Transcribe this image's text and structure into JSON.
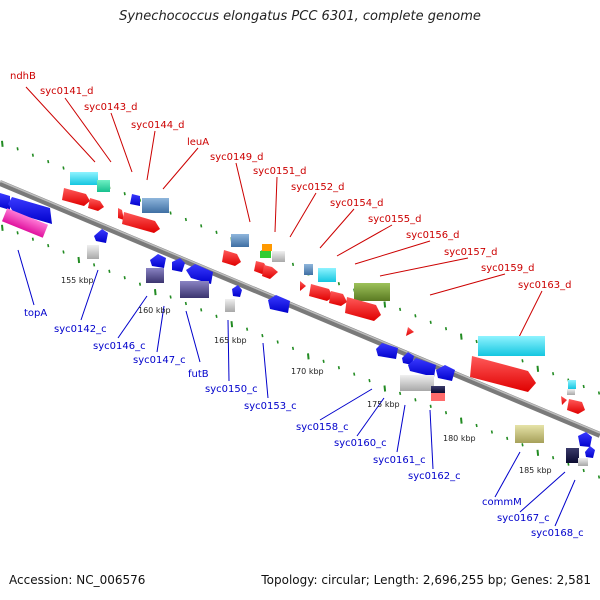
{
  "title": "Synechococcus elongatus PCC 6301, complete genome",
  "footer": {
    "accession": "Accession: NC_006576",
    "topology": "Topology: circular; Length: 2,696,255 bp; Genes: 2,581"
  },
  "colors": {
    "forward_label": "#cc0000",
    "reverse_label": "#0000cc",
    "backbone": "#888888",
    "ticks": "#228b22"
  },
  "scale_labels": [
    "155 kbp",
    "160 kbp",
    "165 kbp",
    "170 kbp",
    "175 kbp",
    "180 kbp",
    "185 kbp"
  ],
  "forward_genes": [
    "ndhB",
    "syc0141_d",
    "syc0143_d",
    "syc0144_d",
    "leuA",
    "syc0149_d",
    "syc0151_d",
    "syc0152_d",
    "syc0154_d",
    "syc0155_d",
    "syc0156_d",
    "syc0157_d",
    "syc0159_d",
    "syc0163_d"
  ],
  "reverse_genes": [
    "topA",
    "syc0142_c",
    "syc0146_c",
    "syc0147_c",
    "futB",
    "syc0150_c",
    "syc0153_c",
    "syc0158_c",
    "syc0160_c",
    "syc0161_c",
    "syc0162_c",
    "commM",
    "syc0167_c",
    "syc0168_c"
  ]
}
